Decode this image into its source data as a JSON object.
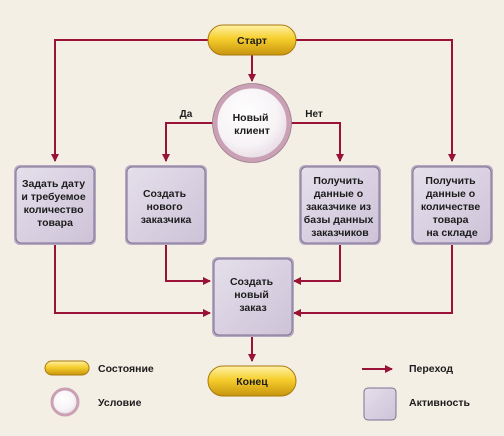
{
  "colors": {
    "background": "#f4efe4",
    "arrow": "#9a1237",
    "state_fill": "#f2c31c",
    "activity_fill": "#d7cfe0"
  },
  "nodes": {
    "start": "Старт",
    "condition": [
      "Новый",
      "клиент"
    ],
    "branch_yes": "Да",
    "branch_no": "Нет",
    "set_date": [
      "Задать дату",
      "и требуемое",
      "количество",
      "товара"
    ],
    "create_customer": [
      "Создать",
      "нового",
      "заказчика"
    ],
    "get_customer": [
      "Получить",
      "данные о",
      "заказчике из",
      "базы данных",
      "заказчиков"
    ],
    "get_stock": [
      "Получить",
      "данные о",
      "количестве",
      "товара",
      "на складе"
    ],
    "create_order": [
      "Создать",
      "новый",
      "заказ"
    ],
    "end": "Конец"
  },
  "legend": {
    "state": "Состояние",
    "condition": "Условие",
    "transition": "Переход",
    "activity": "Активность"
  }
}
